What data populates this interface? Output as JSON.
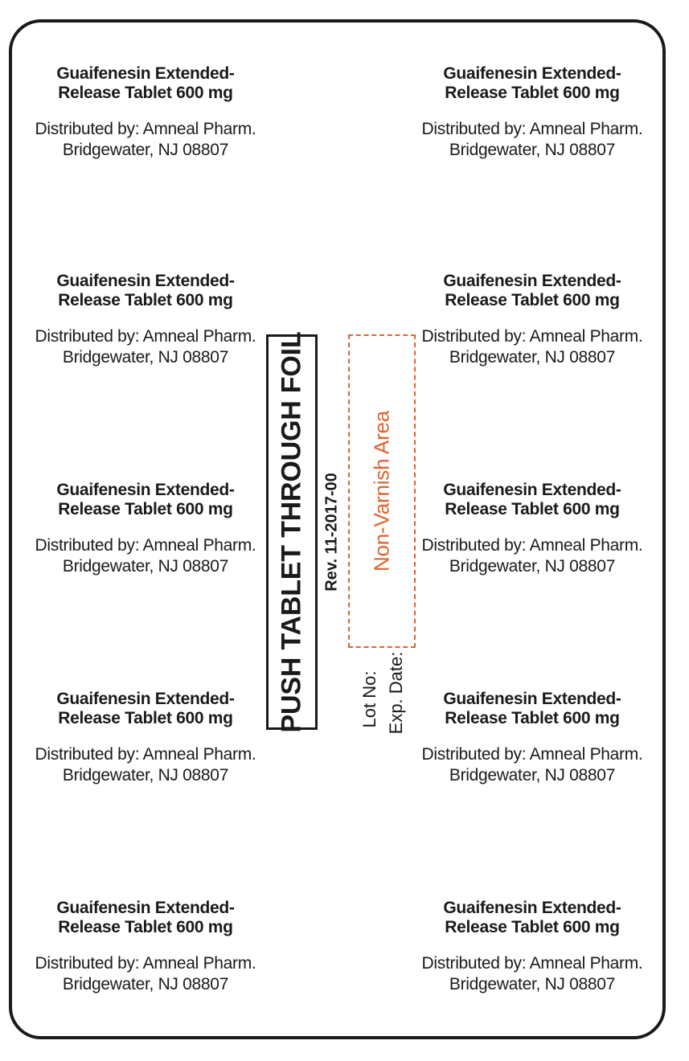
{
  "blister": {
    "name_line1": "Guaifenesin Extended-",
    "name_line2": "Release Tablet 600 mg",
    "dist_line1": "Distributed by: Amneal Pharm.",
    "dist_line2": "Bridgewater, NJ 08807"
  },
  "center": {
    "push_label": "PUSH TABLET THROUGH FOIL",
    "revision": "Rev. 11-2017-00",
    "non_varnish": "Non-Varnish Area",
    "lot_label": "Lot No:",
    "exp_label": "Exp. Date:"
  },
  "colors": {
    "outline": "#1a1a1a",
    "non_varnish": "#e0622f"
  }
}
